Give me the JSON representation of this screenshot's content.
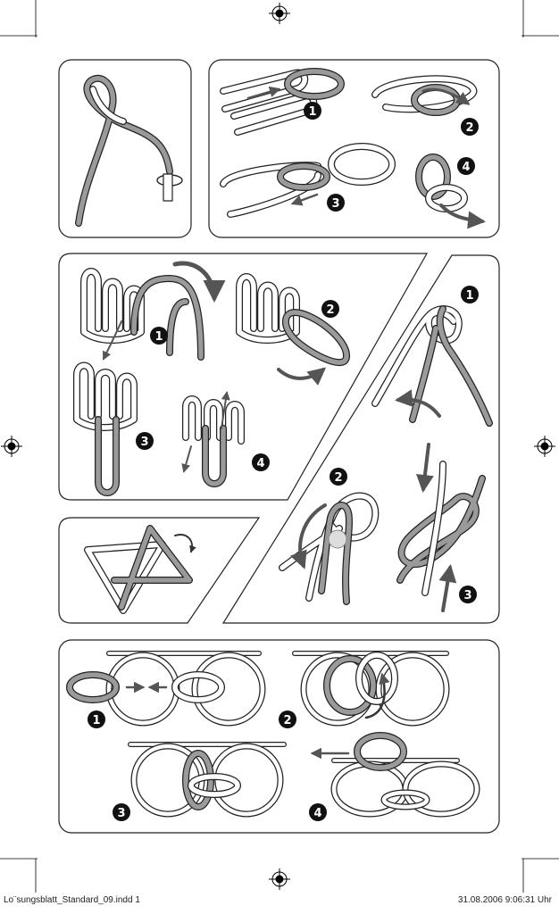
{
  "footer": {
    "filename": "Lo¨sungsblatt_Standard_09.indd   1",
    "timestamp": "31.08.2006   9:06:31 Uhr"
  },
  "step_badges": {
    "p2_s1": "1",
    "p2_s2": "2",
    "p2_s3": "3",
    "p2_s4": "4",
    "p3_s1": "1",
    "p3_s2": "2",
    "p3_s3": "3",
    "p3_s4": "4",
    "p5_s1": "1",
    "p5_s2": "2",
    "p5_s3": "3",
    "p6_s1": "1",
    "p6_s2": "2",
    "p6_s3": "3",
    "p6_s4": "4"
  },
  "icons": [
    "registration-mark-icon",
    "arrow-icon",
    "step-number-badge"
  ],
  "colors": {
    "wire_light": "#ffffff",
    "wire_gray": "#9a9a9a",
    "outline": "#2a2a2a",
    "arrow": "#555555"
  }
}
